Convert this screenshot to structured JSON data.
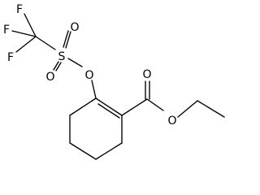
{
  "diagram": {
    "type": "chemical-structure",
    "atoms": {
      "f1": "F",
      "f2": "F",
      "f3": "F",
      "s": "S",
      "o_sulfonyl_top": "O",
      "o_sulfonyl_bottom": "O",
      "o_triflate": "O",
      "o_carbonyl": "O",
      "o_ester": "O"
    }
  }
}
